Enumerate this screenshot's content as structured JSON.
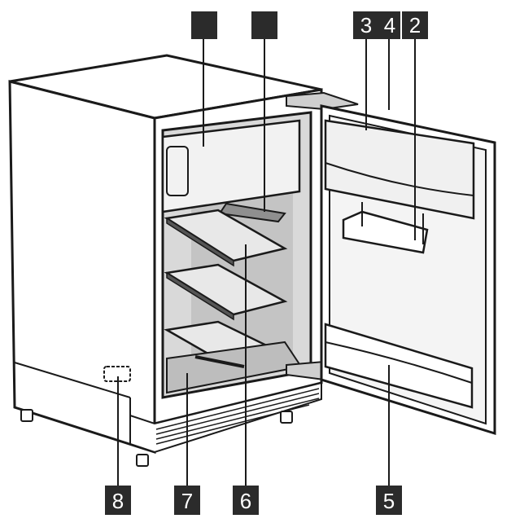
{
  "callouts": {
    "top_left_1": "",
    "top_left_2": "",
    "top_3": "3",
    "top_4": "4",
    "top_2": "2",
    "bottom_8": "8",
    "bottom_7": "7",
    "bottom_6": "6",
    "bottom_5": "5"
  },
  "colors": {
    "label_box": "#2b2b2b",
    "label_text": "#ffffff",
    "outline": "#1a1a1a",
    "cabinet_side": "#ffffff",
    "interior_shade": "#d9d9d9",
    "interior_dark": "#b5b5b5",
    "door_face": "#f4f4f4"
  }
}
